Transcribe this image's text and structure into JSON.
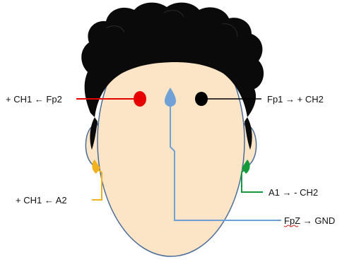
{
  "labels": {
    "fp2": "+ CH1 ← Fp2",
    "fp1": "Fp1 → + CH2",
    "a2": "+ CH1 ← A2",
    "a1": "A1 → - CH2",
    "fpz": "FpZ → GND"
  },
  "colors": {
    "hair": "#0a0a0a",
    "skin": "#fbe5c6",
    "outline": "#4a6b9a",
    "fp2": "#e60000",
    "fp1": "#000000",
    "fpz": "#6fa0d6",
    "a2": "#f2b21e",
    "a1": "#149a3b"
  },
  "icons": {
    "head": "head-outline",
    "hair": "hair-shape",
    "electrode_fp2": "red-electrode-dot",
    "electrode_fp1": "black-electrode-dot",
    "electrode_fpz": "blue-electrode-drop",
    "electrode_a2": "yellow-ear-clip",
    "electrode_a1": "green-ear-clip"
  }
}
